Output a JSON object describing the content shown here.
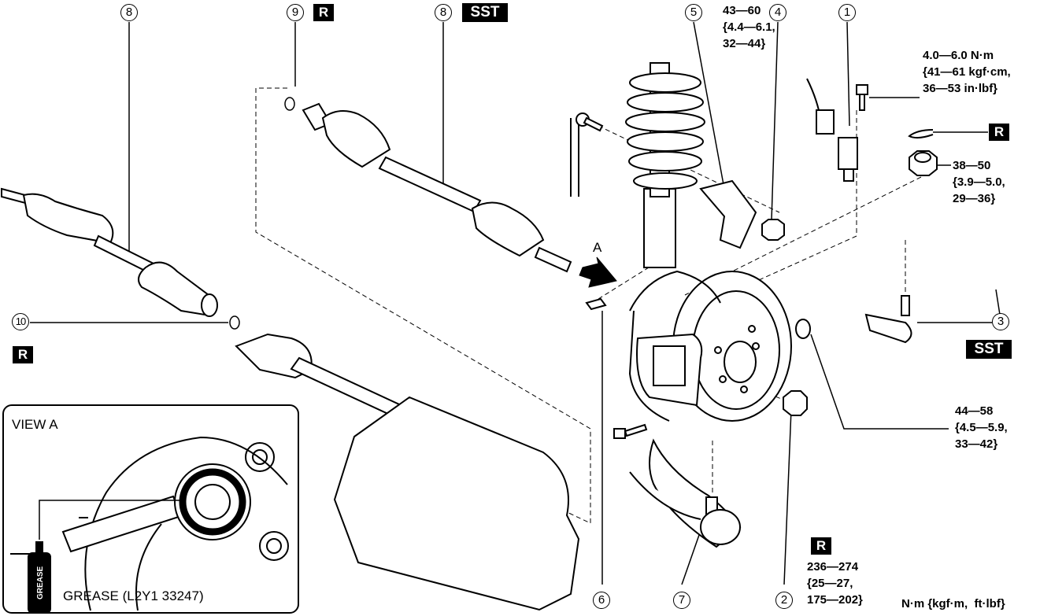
{
  "callouts": {
    "c1": "1",
    "c2": "2",
    "c3": "3",
    "c4": "4",
    "c5": "5",
    "c6": "6",
    "c7": "7",
    "c8a": "8",
    "c8b": "8",
    "c9": "9",
    "c10": "10"
  },
  "badges": {
    "r_9": "R",
    "sst_8": "SST",
    "r_clip": "R",
    "sst_3": "SST",
    "r_10": "R",
    "r_2": "R"
  },
  "torques": {
    "t5": "43—60\n{4.4—6.1,\n32—44}",
    "t1": "4.0—6.0 N·m\n{41—61 kgf·cm,\n36—53 in·lbf}",
    "tnut": "38—50\n{3.9—5.0,\n29—36}",
    "thub": "44—58\n{4.5—5.9,\n33—42}",
    "t2": "236—274\n{25—27,\n175—202}",
    "units": "N·m {kgf·m,  ft·lbf}"
  },
  "labels": {
    "view_arrow": "A",
    "view_title": "VIEW A",
    "grease_note": "GREASE (L2Y1 33247)",
    "can_text": "GREASE"
  },
  "colors": {
    "ink": "#000000",
    "paper": "#ffffff"
  }
}
